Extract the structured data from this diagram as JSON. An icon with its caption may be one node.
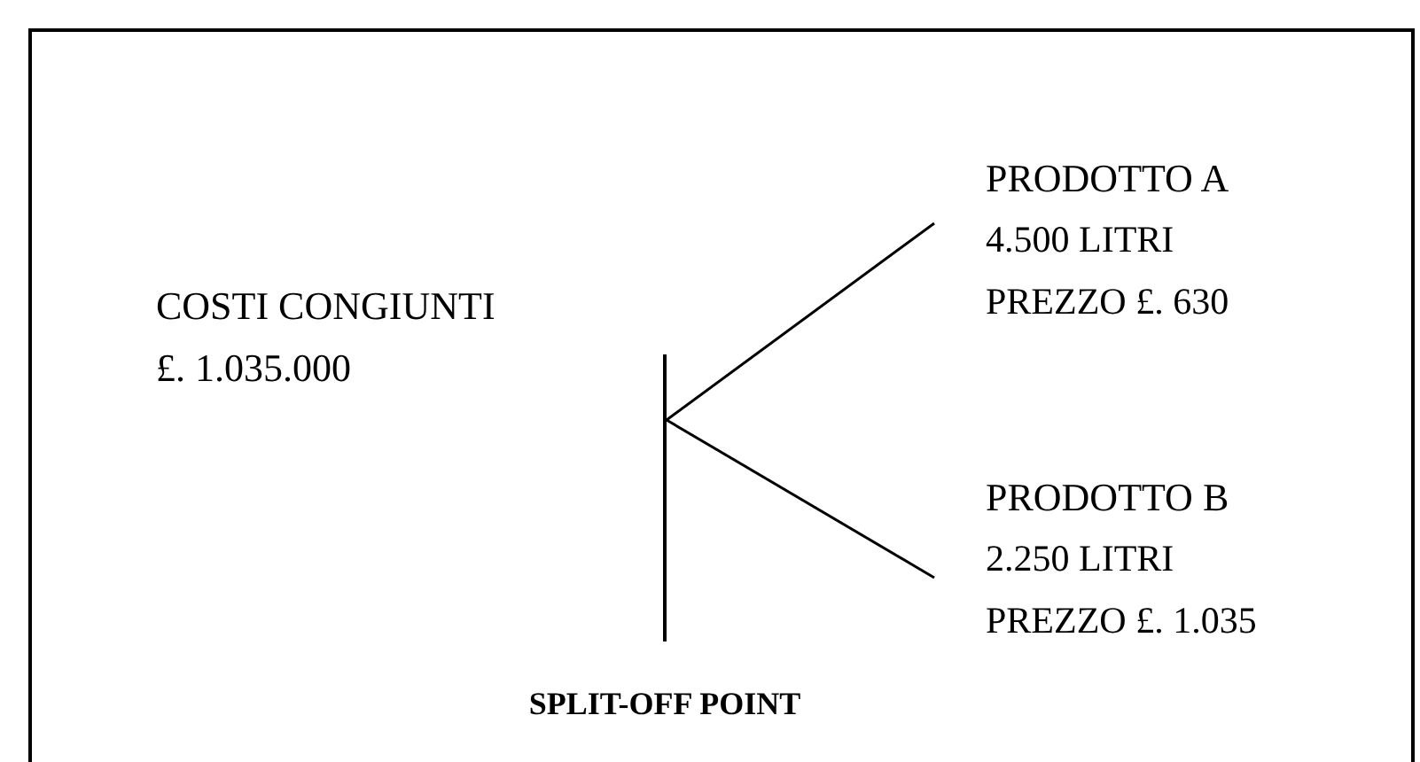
{
  "diagram": {
    "nodes": [
      {
        "text": [
          "COSTI CONGIUNTI",
          "£. 1.035.000"
        ]
      },
      {
        "text": [],
        "shape": "bar",
        "beside": [
          "SPLIT-OFF POINT"
        ]
      },
      {
        "text": [
          "PRODOTTO A",
          "4.500 LITRI",
          "PREZZO £. 630"
        ]
      },
      {
        "text": [
          "PRODOTTO B",
          "2.250 LITRI",
          "PREZZO £. 1.035"
        ]
      }
    ],
    "edges": [
      {
        "from": 1,
        "to": 2,
        "arrow": "none"
      },
      {
        "from": 1,
        "to": 3,
        "arrow": "none"
      }
    ]
  }
}
